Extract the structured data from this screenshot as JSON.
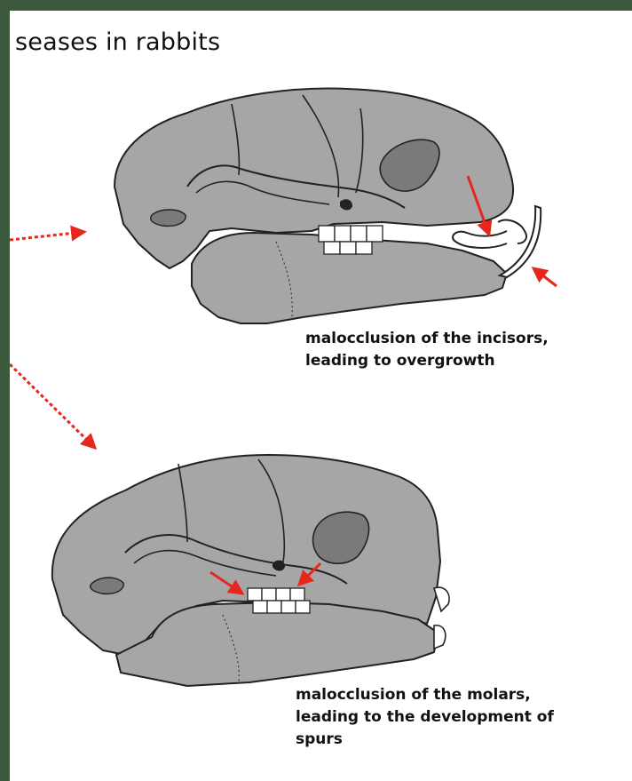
{
  "title": "seases in rabbits",
  "captions": {
    "incisors": {
      "line1": "malocclusion of the incisors,",
      "line2": "leading to overgrowth"
    },
    "molars": {
      "line1": "malocclusion of the molars,",
      "line2": "leading to the development of",
      "line3": "spurs"
    }
  },
  "colors": {
    "background": "#3b5a3b",
    "slide": "#ffffff",
    "bone": "#a6a6a6",
    "arrow": "#e8261c"
  }
}
